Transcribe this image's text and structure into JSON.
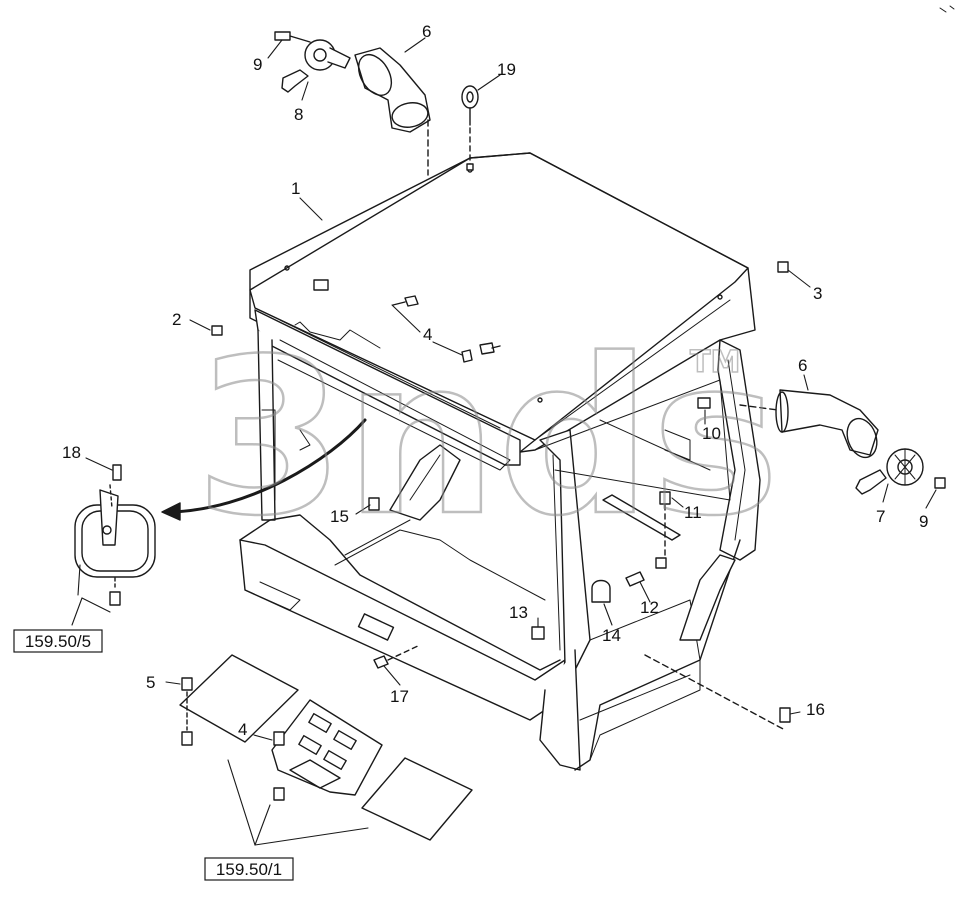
{
  "diagram": {
    "part_callouts": [
      {
        "id": "c1",
        "label": "1"
      },
      {
        "id": "c2",
        "label": "2"
      },
      {
        "id": "c3",
        "label": "3"
      },
      {
        "id": "c4a",
        "label": "4"
      },
      {
        "id": "c4b",
        "label": "4"
      },
      {
        "id": "c5",
        "label": "5"
      },
      {
        "id": "c6a",
        "label": "6"
      },
      {
        "id": "c6b",
        "label": "6"
      },
      {
        "id": "c7",
        "label": "7"
      },
      {
        "id": "c8",
        "label": "8"
      },
      {
        "id": "c9a",
        "label": "9"
      },
      {
        "id": "c9b",
        "label": "9"
      },
      {
        "id": "c10",
        "label": "10"
      },
      {
        "id": "c11",
        "label": "11"
      },
      {
        "id": "c12",
        "label": "12"
      },
      {
        "id": "c13",
        "label": "13"
      },
      {
        "id": "c14",
        "label": "14"
      },
      {
        "id": "c15",
        "label": "15"
      },
      {
        "id": "c16",
        "label": "16"
      },
      {
        "id": "c17",
        "label": "17"
      },
      {
        "id": "c18",
        "label": "18"
      },
      {
        "id": "c19",
        "label": "19"
      }
    ],
    "reference_boxes": [
      {
        "id": "ref1",
        "label": "159.50/5"
      },
      {
        "id": "ref2",
        "label": "159.50/1"
      }
    ],
    "watermark": {
      "text": "3nds",
      "trademark": "TM"
    },
    "colors": {
      "line": "#1a1a1a",
      "panel": "#ffffff",
      "watermark": "#d9d9d9"
    }
  }
}
